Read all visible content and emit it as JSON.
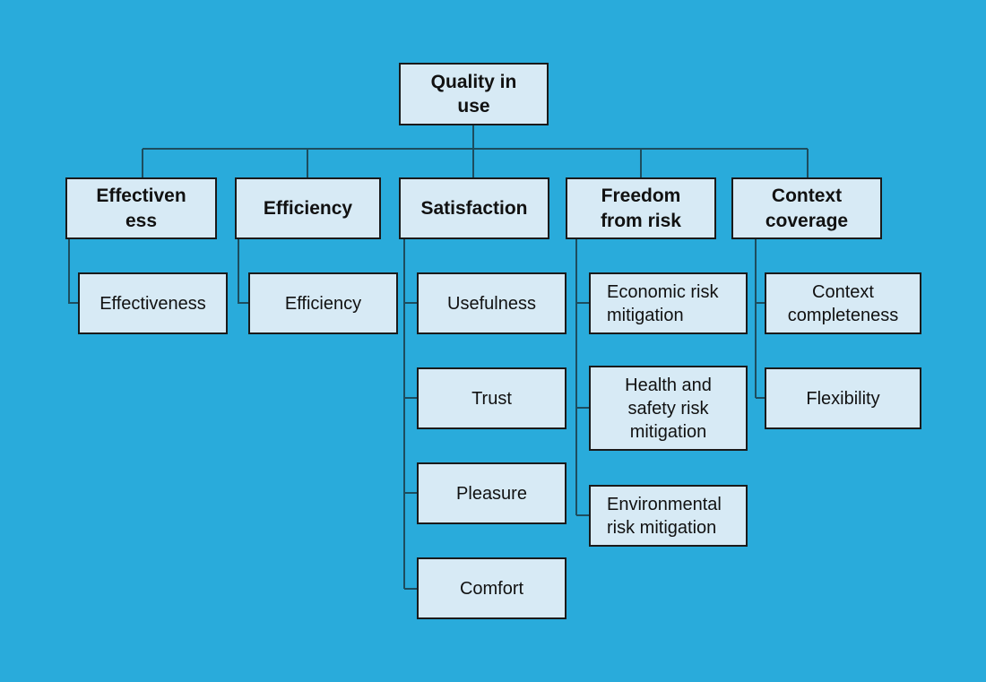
{
  "diagram": {
    "title": "Quality in use",
    "background_color": "#29abdb",
    "node_fill_color": "#d7eaf5",
    "node_border_color": "#1a1a1a",
    "text_color": "#111111",
    "root": {
      "label": "Quality in\nuse"
    },
    "branches": [
      {
        "label": "Effectiven\ness",
        "children": [
          {
            "label": "Effectiveness"
          }
        ]
      },
      {
        "label": "Efficiency",
        "children": [
          {
            "label": "Efficiency"
          }
        ]
      },
      {
        "label": "Satisfaction",
        "children": [
          {
            "label": "Usefulness"
          },
          {
            "label": "Trust"
          },
          {
            "label": "Pleasure"
          },
          {
            "label": "Comfort"
          }
        ]
      },
      {
        "label": "Freedom\nfrom risk",
        "children": [
          {
            "label": "Economic risk\nmitigation"
          },
          {
            "label": "Health and\nsafety risk\nmitigation"
          },
          {
            "label": "Environmental\nrisk mitigation"
          }
        ]
      },
      {
        "label": "Context\ncoverage",
        "children": [
          {
            "label": "Context\ncompleteness"
          },
          {
            "label": "Flexibility"
          }
        ]
      }
    ]
  }
}
